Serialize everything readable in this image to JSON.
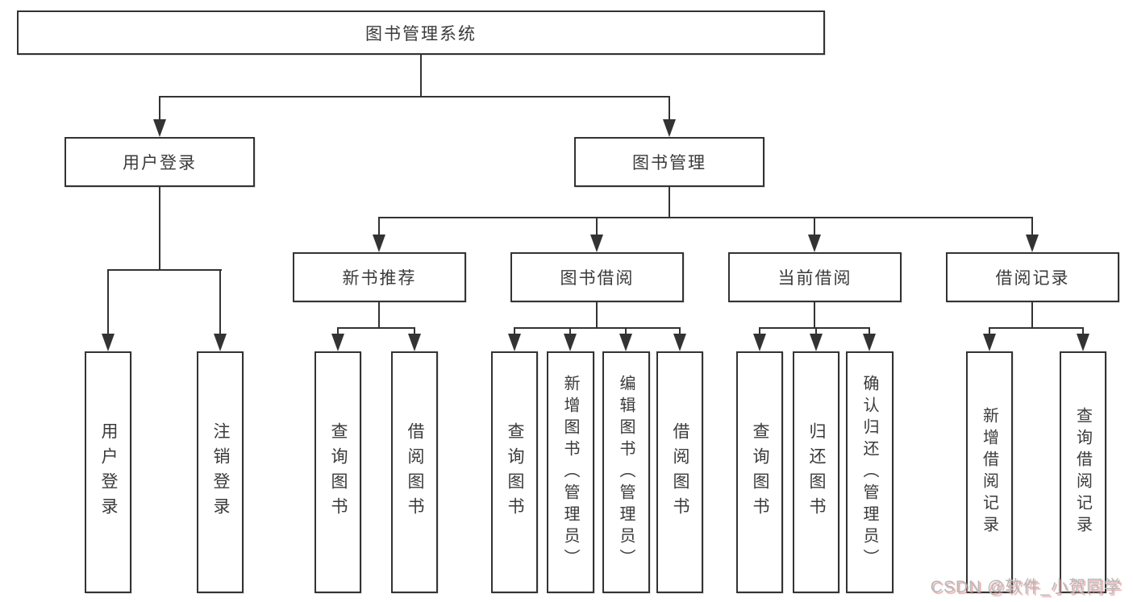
{
  "root": {
    "label": "图书管理系统"
  },
  "branches": [
    {
      "label": "用户登录",
      "children": [
        {
          "label": "用户登录"
        },
        {
          "label": "注销登录"
        }
      ]
    },
    {
      "label": "图书管理",
      "children": [
        {
          "label": "新书推荐",
          "children": [
            {
              "label": "查询图书"
            },
            {
              "label": "借阅图书"
            }
          ]
        },
        {
          "label": "图书借阅",
          "children": [
            {
              "label": "查询图书"
            },
            {
              "label": "新增图书（管理员）"
            },
            {
              "label": "编辑图书（管理员）"
            },
            {
              "label": "借阅图书"
            }
          ]
        },
        {
          "label": "当前借阅",
          "children": [
            {
              "label": "查询图书"
            },
            {
              "label": "归还图书"
            },
            {
              "label": "确认归还（管理员）"
            }
          ]
        },
        {
          "label": "借阅记录",
          "children": [
            {
              "label": "新增借阅记录"
            },
            {
              "label": "查询借阅记录"
            }
          ]
        }
      ]
    }
  ],
  "watermark": {
    "text": "CSDN @软件_小贺同学"
  },
  "colors": {
    "line": "#333333",
    "text": "#3a3a3a",
    "watermark": "#b9b9b9"
  }
}
